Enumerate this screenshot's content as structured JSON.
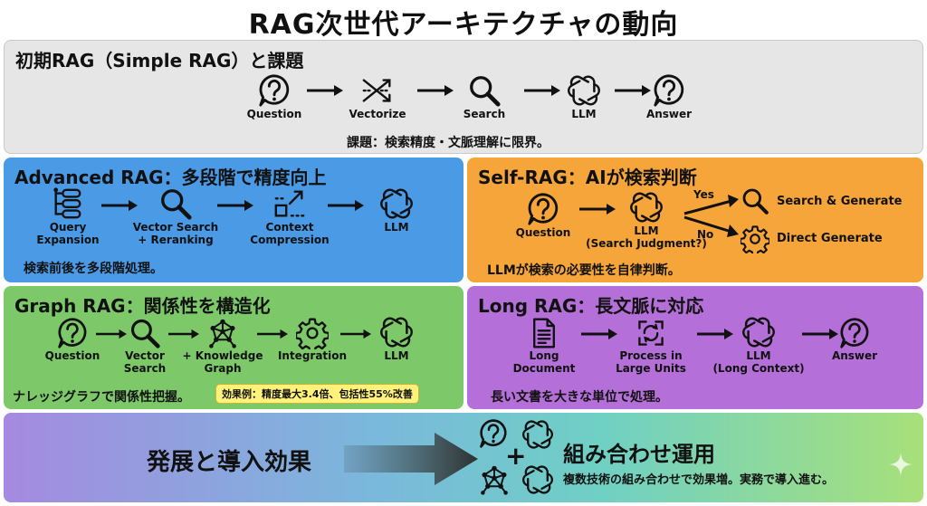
{
  "title": "RAG次世代アーキテクチャの動向",
  "simple": {
    "title": "初期RAG（Simple RAG）と課題",
    "steps": [
      "Question",
      "Vectorize",
      "Search",
      "LLM",
      "Answer"
    ],
    "note": "課題：検索精度・文脈理解に限界。"
  },
  "advanced": {
    "title": "Advanced RAG：多段階で精度向上",
    "steps": [
      {
        "line1": "Query",
        "line2": "Expansion"
      },
      {
        "line1": "Vector Search",
        "line2": "+ Reranking"
      },
      {
        "line1": "Context",
        "line2": "Compression"
      },
      {
        "line1": "LLM",
        "line2": ""
      }
    ],
    "note": "検索前後を多段階処理。"
  },
  "self": {
    "title": "Self-RAG：AIが検索判断",
    "question": "Question",
    "llm_line1": "LLM",
    "llm_line2": "(Search Judgment?)",
    "yes": "Yes",
    "no": "No",
    "search_generate": "Search & Generate",
    "direct_generate": "Direct Generate",
    "note": "LLMが検索の必要性を自律判断。"
  },
  "graph": {
    "title": "Graph RAG：関係性を構造化",
    "steps": [
      {
        "line1": "Question",
        "line2": ""
      },
      {
        "line1": "Vector",
        "line2": "Search"
      },
      {
        "line1": "+ Knowledge",
        "line2": "Graph"
      },
      {
        "line1": "Integration",
        "line2": ""
      },
      {
        "line1": "LLM",
        "line2": ""
      }
    ],
    "note": "ナレッジグラフで関係性把握。",
    "badge": "効果例：精度最大3.4倍、包括性55%改善"
  },
  "long": {
    "title": "Long RAG：長文脈に対応",
    "steps": [
      {
        "line1": "Long",
        "line2": "Document"
      },
      {
        "line1": "Process in",
        "line2": "Large Units"
      },
      {
        "line1": "LLM",
        "line2": "(Long Context)"
      },
      {
        "line1": "Answer",
        "line2": ""
      }
    ],
    "note": "長い文書を大きな単位で処理。"
  },
  "bottom": {
    "left": "発展と導入効果",
    "title": "組み合わせ運用",
    "subtitle": "複数技術の組み合わせで効果増。実務で導入進む。"
  },
  "colors": {
    "simple_bg": "#e6e6e6",
    "advanced_bg": "#4a9ae6",
    "self_bg": "#f5a53a",
    "graph_bg": "#7dc96a",
    "long_bg": "#b46fd8",
    "badge_bg": "#fff27a"
  },
  "icons": {
    "question": "question-bubble-icon",
    "vectorize": "shuffle-icon",
    "search": "magnifier-icon",
    "llm": "llm-knot-icon",
    "answer": "question-bubble-icon",
    "query_expansion": "flow-list-icon",
    "context_compression": "compress-icon",
    "search_generate": "magnifier-icon",
    "direct_generate": "gear-icon",
    "knowledge_graph": "graph-network-icon",
    "integration": "gear-icon",
    "long_document": "document-icon",
    "process_units": "cycle-arrows-icon",
    "combination": "combination-icon",
    "sparkle": "sparkle-icon"
  }
}
